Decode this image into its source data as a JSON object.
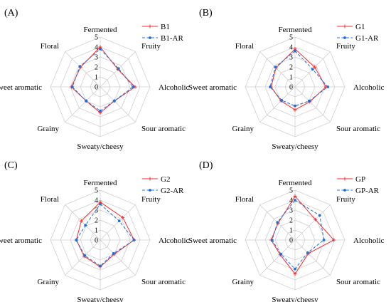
{
  "chart_data": [
    {
      "type": "radar",
      "panel_label": "(A)",
      "axes": [
        "Fermented",
        "Fruity",
        "Alcoholic",
        "Sour aromatic",
        "Sweaty/cheesy",
        "Grainy",
        "Sweet aromatic",
        "Floral"
      ],
      "rticks": [
        "0",
        "1",
        "2",
        "3",
        "4",
        "5"
      ],
      "rlim": [
        0,
        5
      ],
      "legend_position": "top-right",
      "series": [
        {
          "name": "B1",
          "color": "#ff2a2a",
          "style": "solid",
          "marker": "plus",
          "values": [
            4.0,
            2.5,
            3.5,
            2.0,
            2.6,
            2.0,
            2.9,
            2.8
          ]
        },
        {
          "name": "B1-AR",
          "color": "#1e6fd9",
          "style": "dashed",
          "marker": "dot",
          "values": [
            3.8,
            2.6,
            3.3,
            2.0,
            2.4,
            2.0,
            2.8,
            2.9
          ]
        }
      ]
    },
    {
      "type": "radar",
      "panel_label": "(B)",
      "axes": [
        "Fermented",
        "Fruity",
        "Alcoholic",
        "Sour aromatic",
        "Sweaty/cheesy",
        "Grainy",
        "Sweet aromatic",
        "Floral"
      ],
      "rticks": [
        "0",
        "1",
        "2",
        "3",
        "4",
        "5"
      ],
      "rlim": [
        0,
        5
      ],
      "legend_position": "top-right",
      "series": [
        {
          "name": "G1",
          "color": "#ff2a2a",
          "style": "solid",
          "marker": "plus",
          "values": [
            3.8,
            2.8,
            3.1,
            2.1,
            2.3,
            2.0,
            2.4,
            2.7
          ]
        },
        {
          "name": "G1-AR",
          "color": "#1e6fd9",
          "style": "dashed",
          "marker": "dot",
          "values": [
            3.6,
            2.5,
            3.3,
            2.0,
            1.9,
            1.9,
            2.5,
            2.8
          ]
        }
      ]
    },
    {
      "type": "radar",
      "panel_label": "(C)",
      "axes": [
        "Fermented",
        "Fruity",
        "Alcoholic",
        "Sour aromatic",
        "Sweaty/cheesy",
        "Grainy",
        "Sweet aromatic",
        "Floral"
      ],
      "rticks": [
        "0",
        "1",
        "2",
        "3",
        "4",
        "5"
      ],
      "rlim": [
        0,
        5
      ],
      "legend_position": "top-right",
      "series": [
        {
          "name": "G2",
          "color": "#ff2a2a",
          "style": "solid",
          "marker": "plus",
          "values": [
            3.8,
            3.2,
            3.4,
            2.0,
            2.7,
            2.3,
            2.4,
            2.7
          ]
        },
        {
          "name": "G2-AR",
          "color": "#1e6fd9",
          "style": "dashed",
          "marker": "dot",
          "values": [
            3.6,
            2.7,
            3.4,
            1.9,
            2.6,
            2.2,
            2.4,
            2.1
          ]
        }
      ]
    },
    {
      "type": "radar",
      "panel_label": "(D)",
      "axes": [
        "Fermented",
        "Fruity",
        "Alcoholic",
        "Sour aromatic",
        "Sweaty/cheesy",
        "Grainy",
        "Sweet aromatic",
        "Floral"
      ],
      "rticks": [
        "0",
        "1",
        "2",
        "3",
        "4",
        "5"
      ],
      "rlim": [
        0,
        5
      ],
      "legend_position": "top-right",
      "series": [
        {
          "name": "GP",
          "color": "#ff2a2a",
          "style": "solid",
          "marker": "plus",
          "values": [
            4.4,
            2.9,
            3.9,
            1.9,
            3.4,
            2.1,
            2.4,
            2.4
          ]
        },
        {
          "name": "GP-AR",
          "color": "#1e6fd9",
          "style": "dashed",
          "marker": "dot",
          "values": [
            4.0,
            3.5,
            2.9,
            1.8,
            2.9,
            2.0,
            2.3,
            2.5
          ]
        }
      ]
    }
  ]
}
